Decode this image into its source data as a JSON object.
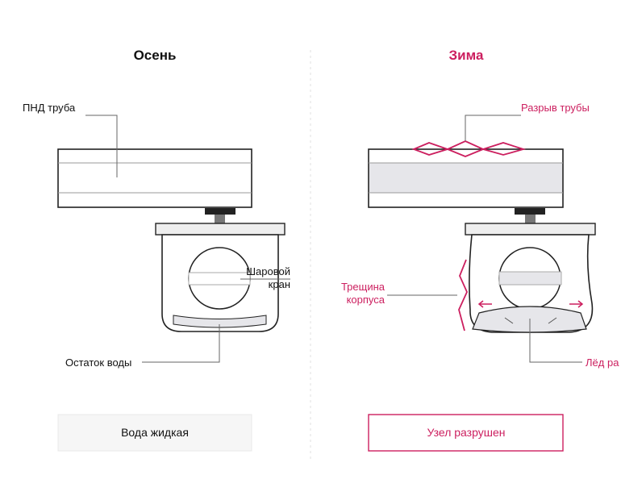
{
  "diagram": {
    "left": {
      "title": "Осень",
      "labels": {
        "pipe": "ПНД труба",
        "valve_line1": "Шаровой",
        "valve_line2": "кран",
        "water": "Остаток воды"
      },
      "status": "Вода жидкая"
    },
    "right": {
      "title": "Зима",
      "labels": {
        "rupture": "Разрыв трубы",
        "crack_line1": "Трещина",
        "crack_line2": "корпуса",
        "ice": "Лёд ра"
      },
      "status": "Узел разрушен"
    },
    "colors": {
      "accent": "#cc1f5f",
      "stroke": "#222222",
      "leader": "#666666",
      "fill_light": "#e6e6ea",
      "status_bg": "#f6f6f6",
      "divider": "#e2e2e2"
    }
  }
}
